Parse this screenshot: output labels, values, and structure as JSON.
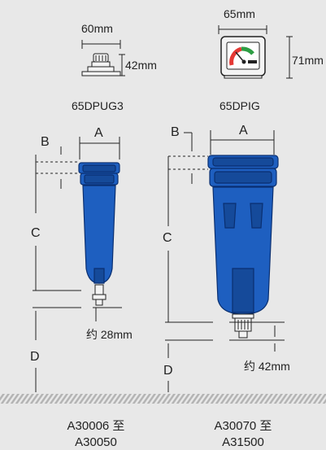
{
  "gauges": {
    "dpug3": {
      "width": "60mm",
      "height": "42mm",
      "model": "65DPUG3"
    },
    "dpig": {
      "width": "65mm",
      "height": "71mm",
      "model": "65DPIG"
    }
  },
  "filters": {
    "small": {
      "a": "A",
      "b": "B",
      "c": "C",
      "d": "D",
      "drain": "约 28mm",
      "range_line1": "A30006 至",
      "range_line2": "A30050"
    },
    "large": {
      "a": "A",
      "b": "B",
      "c": "C",
      "d": "D",
      "drain": "约 42mm",
      "range_line1": "A30070 至",
      "range_line2": "A31500"
    }
  },
  "colors": {
    "filter_body": "#1e5fc0",
    "filter_dark": "#154a9a",
    "background": "#e8e8e8",
    "gauge_red": "#e53935",
    "gauge_green": "#2e9e44"
  }
}
